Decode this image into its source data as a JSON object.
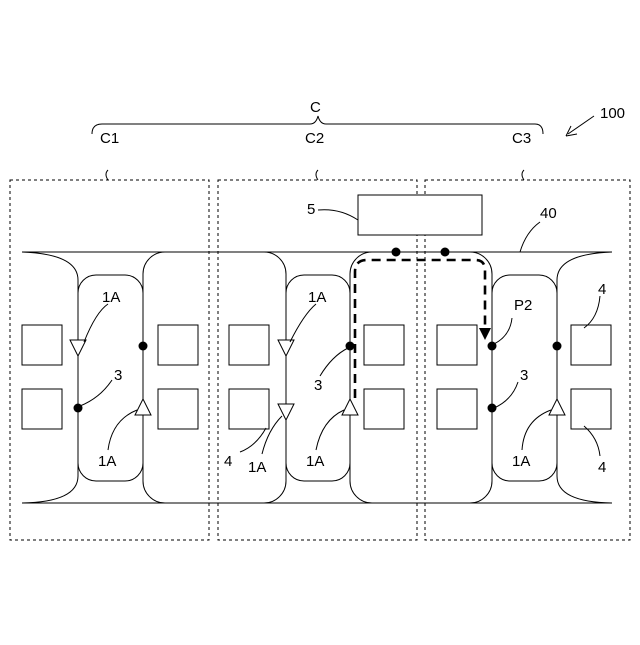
{
  "labels": {
    "system": "100",
    "group": "C",
    "cell_1": "C1",
    "cell_2": "C2",
    "cell_3": "C3",
    "controller": "5",
    "path": "40",
    "position_p2": "P2",
    "branch": "3",
    "station": "4",
    "sensor": "1A"
  }
}
